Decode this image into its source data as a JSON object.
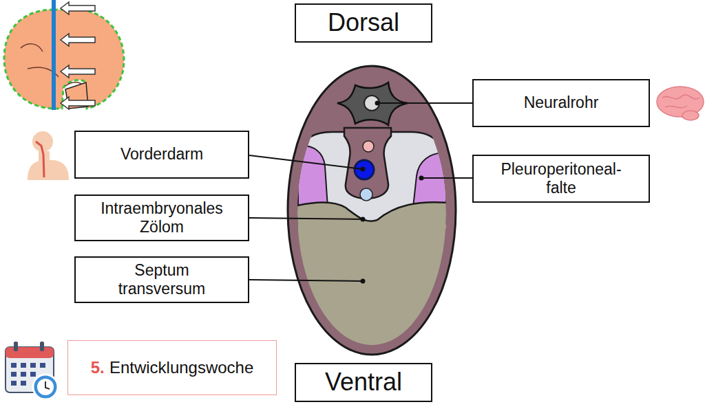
{
  "diagram": {
    "nodes": [
      {
        "text": [
          "Dorsal"
        ]
      },
      {
        "text": [
          "Neuralrohr"
        ]
      },
      {
        "text": [
          "Vorderdarm"
        ]
      },
      {
        "text": [
          "Pleuroperitoneal- falte"
        ]
      },
      {
        "text": [
          "Intraembryonales Zölom"
        ]
      },
      {
        "text": [
          "Septum transversum"
        ]
      },
      {
        "text": [
          "5.",
          "Entwicklungswoche"
        ]
      },
      {
        "text": [
          "Ventral"
        ]
      }
    ]
  }
}
